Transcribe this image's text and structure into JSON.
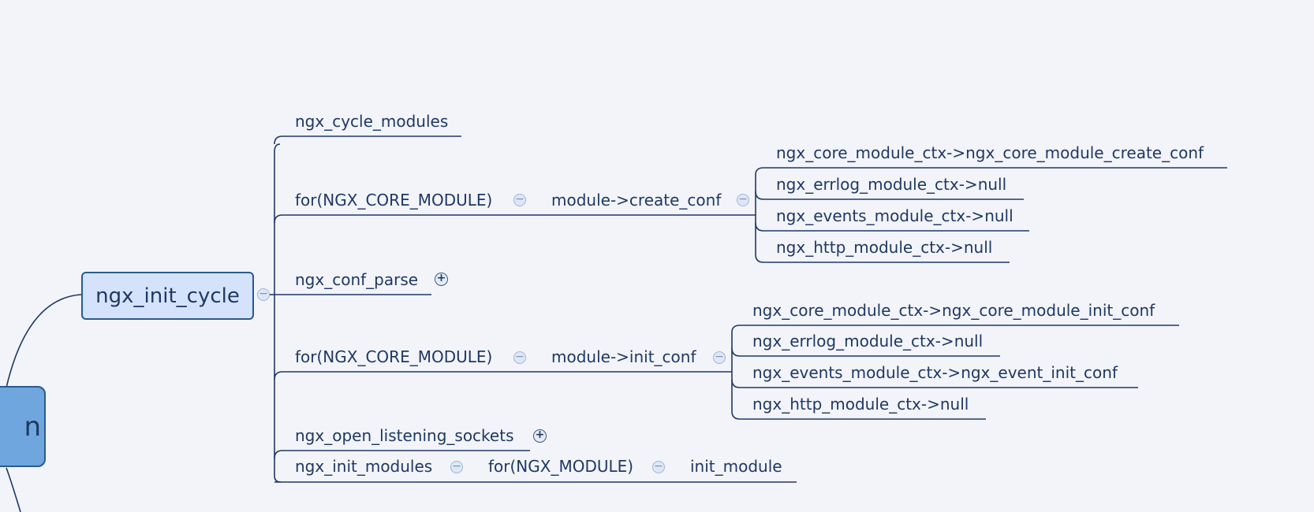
{
  "root": {
    "label": "n"
  },
  "central": {
    "label": "ngx_init_cycle"
  },
  "branches": {
    "cycle_modules": "ngx_cycle_modules",
    "for_core_create": "for(NGX_CORE_MODULE)",
    "create_conf": "module->create_conf",
    "create_conf_children": [
      "ngx_core_module_ctx->ngx_core_module_create_conf",
      "ngx_errlog_module_ctx->null",
      "ngx_events_module_ctx->null",
      "ngx_http_module_ctx->null"
    ],
    "conf_parse": "ngx_conf_parse",
    "for_core_init": "for(NGX_CORE_MODULE)",
    "init_conf": "module->init_conf",
    "init_conf_children": [
      "ngx_core_module_ctx->ngx_core_module_init_conf",
      "ngx_errlog_module_ctx->null",
      "ngx_events_module_ctx->ngx_event_init_conf",
      "ngx_http_module_ctx->null"
    ],
    "open_listening_sockets": "ngx_open_listening_sockets",
    "init_modules": "ngx_init_modules",
    "for_module": "for(NGX_MODULE)",
    "init_module": "init_module"
  },
  "controls": {
    "collapse_symbol": "−",
    "expand_symbol": "+"
  },
  "colors": {
    "background": "#f2f4f9",
    "line": "#1f3864",
    "central_fill": "#d4e3fb",
    "root_fill": "#6fa6de",
    "text": "#1f3864"
  }
}
